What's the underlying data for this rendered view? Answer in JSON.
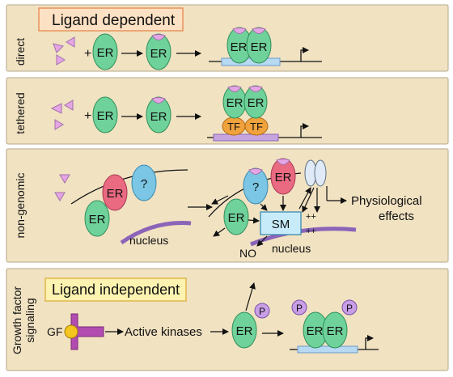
{
  "panels": {
    "direct": {
      "side_label": "direct",
      "header": "Ligand dependent"
    },
    "tethered": {
      "side_label": "tethered"
    },
    "non_genomic": {
      "side_label": "non-genomic"
    },
    "growth_factor": {
      "side_label_line1": "Growth factor",
      "side_label_line2": "signaling",
      "header": "Ligand independent"
    }
  },
  "labels": {
    "er": "ER",
    "tf": "TF",
    "plus": "+",
    "question": "?",
    "sm": "SM",
    "plusplus": "++",
    "nucleus": "nucleus",
    "no": "NO",
    "physiological_line1": "Physiological",
    "physiological_line2": "effects",
    "gf": "GF",
    "active_kinases": "Active kinases",
    "p": "P"
  },
  "colors": {
    "panel_bg": "#f1e2c2",
    "panel_border": "#b4a88c",
    "header_orange_bg": "#fde1c4",
    "header_orange_border": "#e8925a",
    "header_yellow_bg": "#fdf3b0",
    "header_yellow_border": "#e0b64a",
    "er_green": "#6fd29a",
    "er_red": "#ea6a82",
    "unknown_blue": "#7bc6e4",
    "ligand_pink": "#e6a6e6",
    "tf_orange": "#f0a23c",
    "dna_blue": "#b7d9f1",
    "dna_purple": "#c7a5df",
    "sm_blue": "#c8ebf9",
    "p_purple": "#c89ee6",
    "nucleus_purple": "#8b64b8",
    "receptor_magenta": "#b24cb0"
  }
}
